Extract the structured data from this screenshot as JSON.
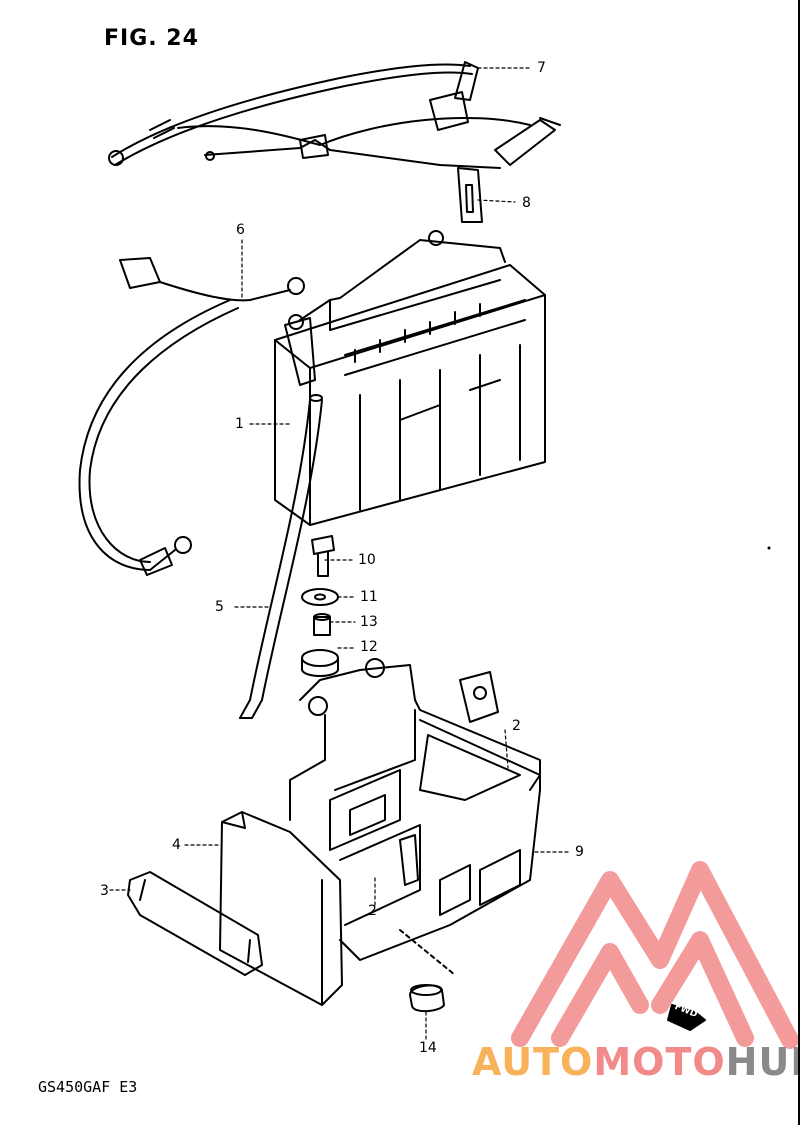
{
  "figure": {
    "title": "FIG. 24",
    "model_code": "GS450GAF E3"
  },
  "callouts": [
    "7",
    "8",
    "6",
    "1",
    "10",
    "11",
    "13",
    "12",
    "5",
    "2",
    "4",
    "9",
    "3",
    "2",
    "14"
  ],
  "watermark": {
    "part1": "AUTO",
    "part2": "MOTO",
    "part3": "HUB",
    "colors": {
      "auto": "#f7b25a",
      "moto": "#f28a8a",
      "hub": "#8a8a8a",
      "triangle": "#f28a8a"
    }
  },
  "fwd_arrow": "FWD"
}
